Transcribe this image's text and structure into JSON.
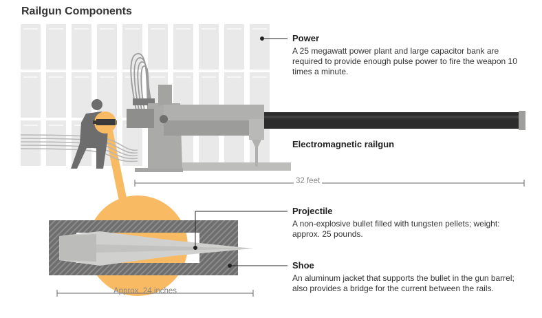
{
  "title": "Railgun Components",
  "callouts": {
    "power": {
      "label": "Power",
      "desc": "A 25 megawatt power plant and large capacitor bank are required to provide enough pulse power to fire the weapon 10 times a minute."
    },
    "railgun": {
      "label": "Electromagnetic railgun"
    },
    "projectile": {
      "label": "Projectile",
      "desc": "A non-explosive bullet filled with tungsten pellets; weight: approx. 25 pounds."
    },
    "shoe": {
      "label": "Shoe",
      "desc": "An aluminum jacket that supports the bullet in the gun barrel; also provides a bridge for the current between the rails."
    }
  },
  "dimensions": {
    "gun_length": "32 feet",
    "projectile_length": "Approx. 24 inches"
  },
  "colors": {
    "highlight": "#f8bb63",
    "gun_gray": "#a9a9a7",
    "barrel_dark": "#2c2c2c",
    "capacitor_bg": "#e9e9e9",
    "shoe_gray": "#6e6e6e"
  }
}
